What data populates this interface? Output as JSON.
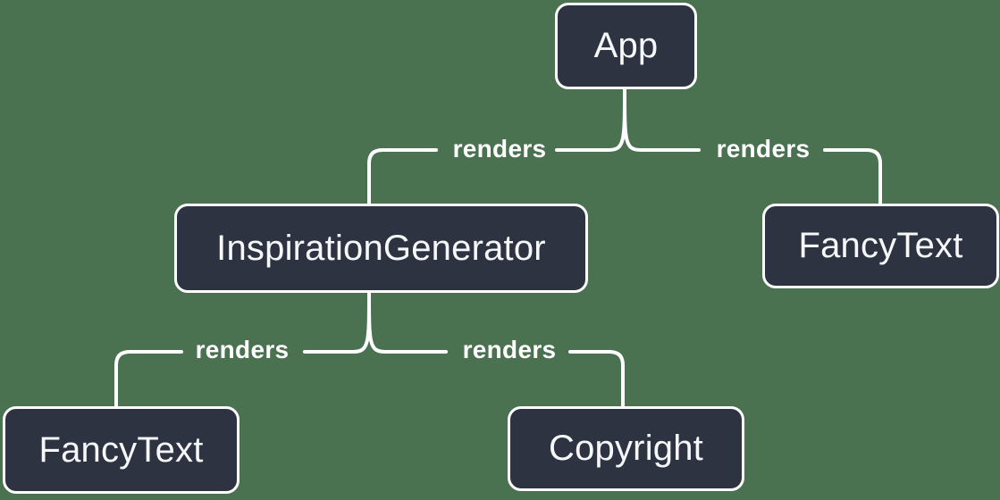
{
  "theme": {
    "background": "#4a7150",
    "node_fill": "#2d3340",
    "node_text": "#f6f7f9",
    "line_color": "#ffffff"
  },
  "diagram_type": "component-render-tree",
  "nodes": {
    "app": {
      "label": "App"
    },
    "inspiration_generator": {
      "label": "InspirationGenerator"
    },
    "fancy_text_top": {
      "label": "FancyText"
    },
    "fancy_text_bottom": {
      "label": "FancyText"
    },
    "copyright": {
      "label": "Copyright"
    }
  },
  "edges": [
    {
      "from": "App",
      "to": "InspirationGenerator",
      "label": "renders"
    },
    {
      "from": "App",
      "to": "FancyText",
      "label": "renders"
    },
    {
      "from": "InspirationGenerator",
      "to": "FancyText",
      "label": "renders"
    },
    {
      "from": "InspirationGenerator",
      "to": "Copyright",
      "label": "renders"
    }
  ]
}
